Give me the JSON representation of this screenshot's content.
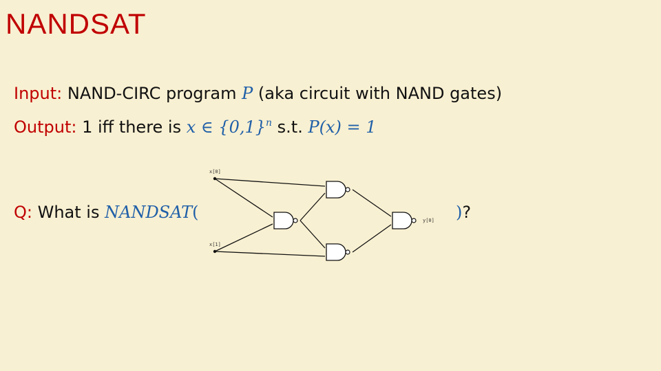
{
  "title": "NANDSAT",
  "input": {
    "label": "Input:",
    "text": " NAND-CIRC program ",
    "var": "P",
    "rest": " (aka circuit with NAND gates)"
  },
  "output": {
    "label": "Output:",
    "text": " 1 iff there is ",
    "math_a": "x ∈ {0,1}",
    "math_sup": "n",
    "st": " s.t. ",
    "math_b": "P(x) = 1"
  },
  "question": {
    "label": "Q:",
    "text": " What is ",
    "func": "NANDSAT",
    "open_paren": "(",
    "close_paren": ")",
    "qmark": "?"
  },
  "circuit": {
    "input_labels": [
      "x[0]",
      "x[1]"
    ],
    "output_label": "y[0]",
    "gate_type": "NAND",
    "gate_count": 4
  }
}
